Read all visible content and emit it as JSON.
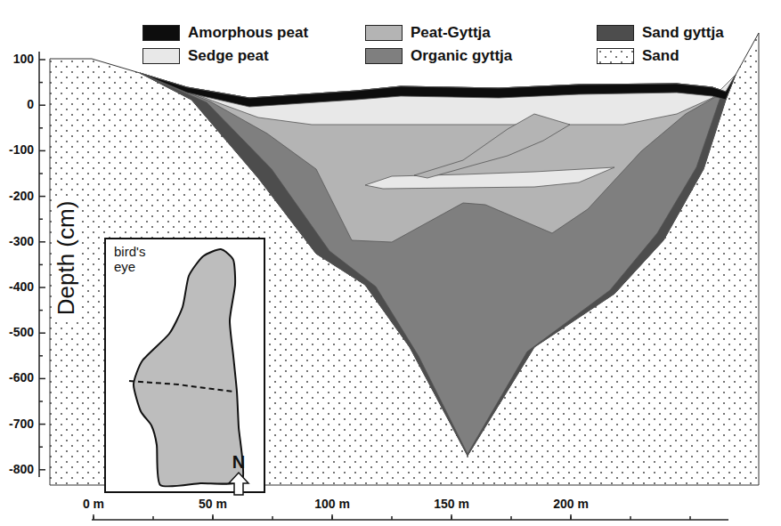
{
  "diagram": {
    "labels": [
      "Depth (cm)",
      "100",
      "0",
      "-100",
      "-200",
      "-300",
      "-400",
      "-500",
      "-600",
      "-700",
      "-800",
      "0 m",
      "50 m",
      "100 m",
      "150 m",
      "200 m",
      "bird's eye",
      "N"
    ],
    "legend": [
      {
        "text": "Amorphous peat",
        "color": "#0d0d0d"
      },
      {
        "text": "Peat-Gyttja",
        "color": "#b4b4b4"
      },
      {
        "text": "Sand gyttja",
        "color": "#4d4d4d"
      },
      {
        "text": "Sedge peat",
        "color": "#e8e8e8"
      },
      {
        "text": "Organic gyttja",
        "color": "#7f7f7f"
      },
      {
        "text": "Sand"
      }
    ]
  }
}
